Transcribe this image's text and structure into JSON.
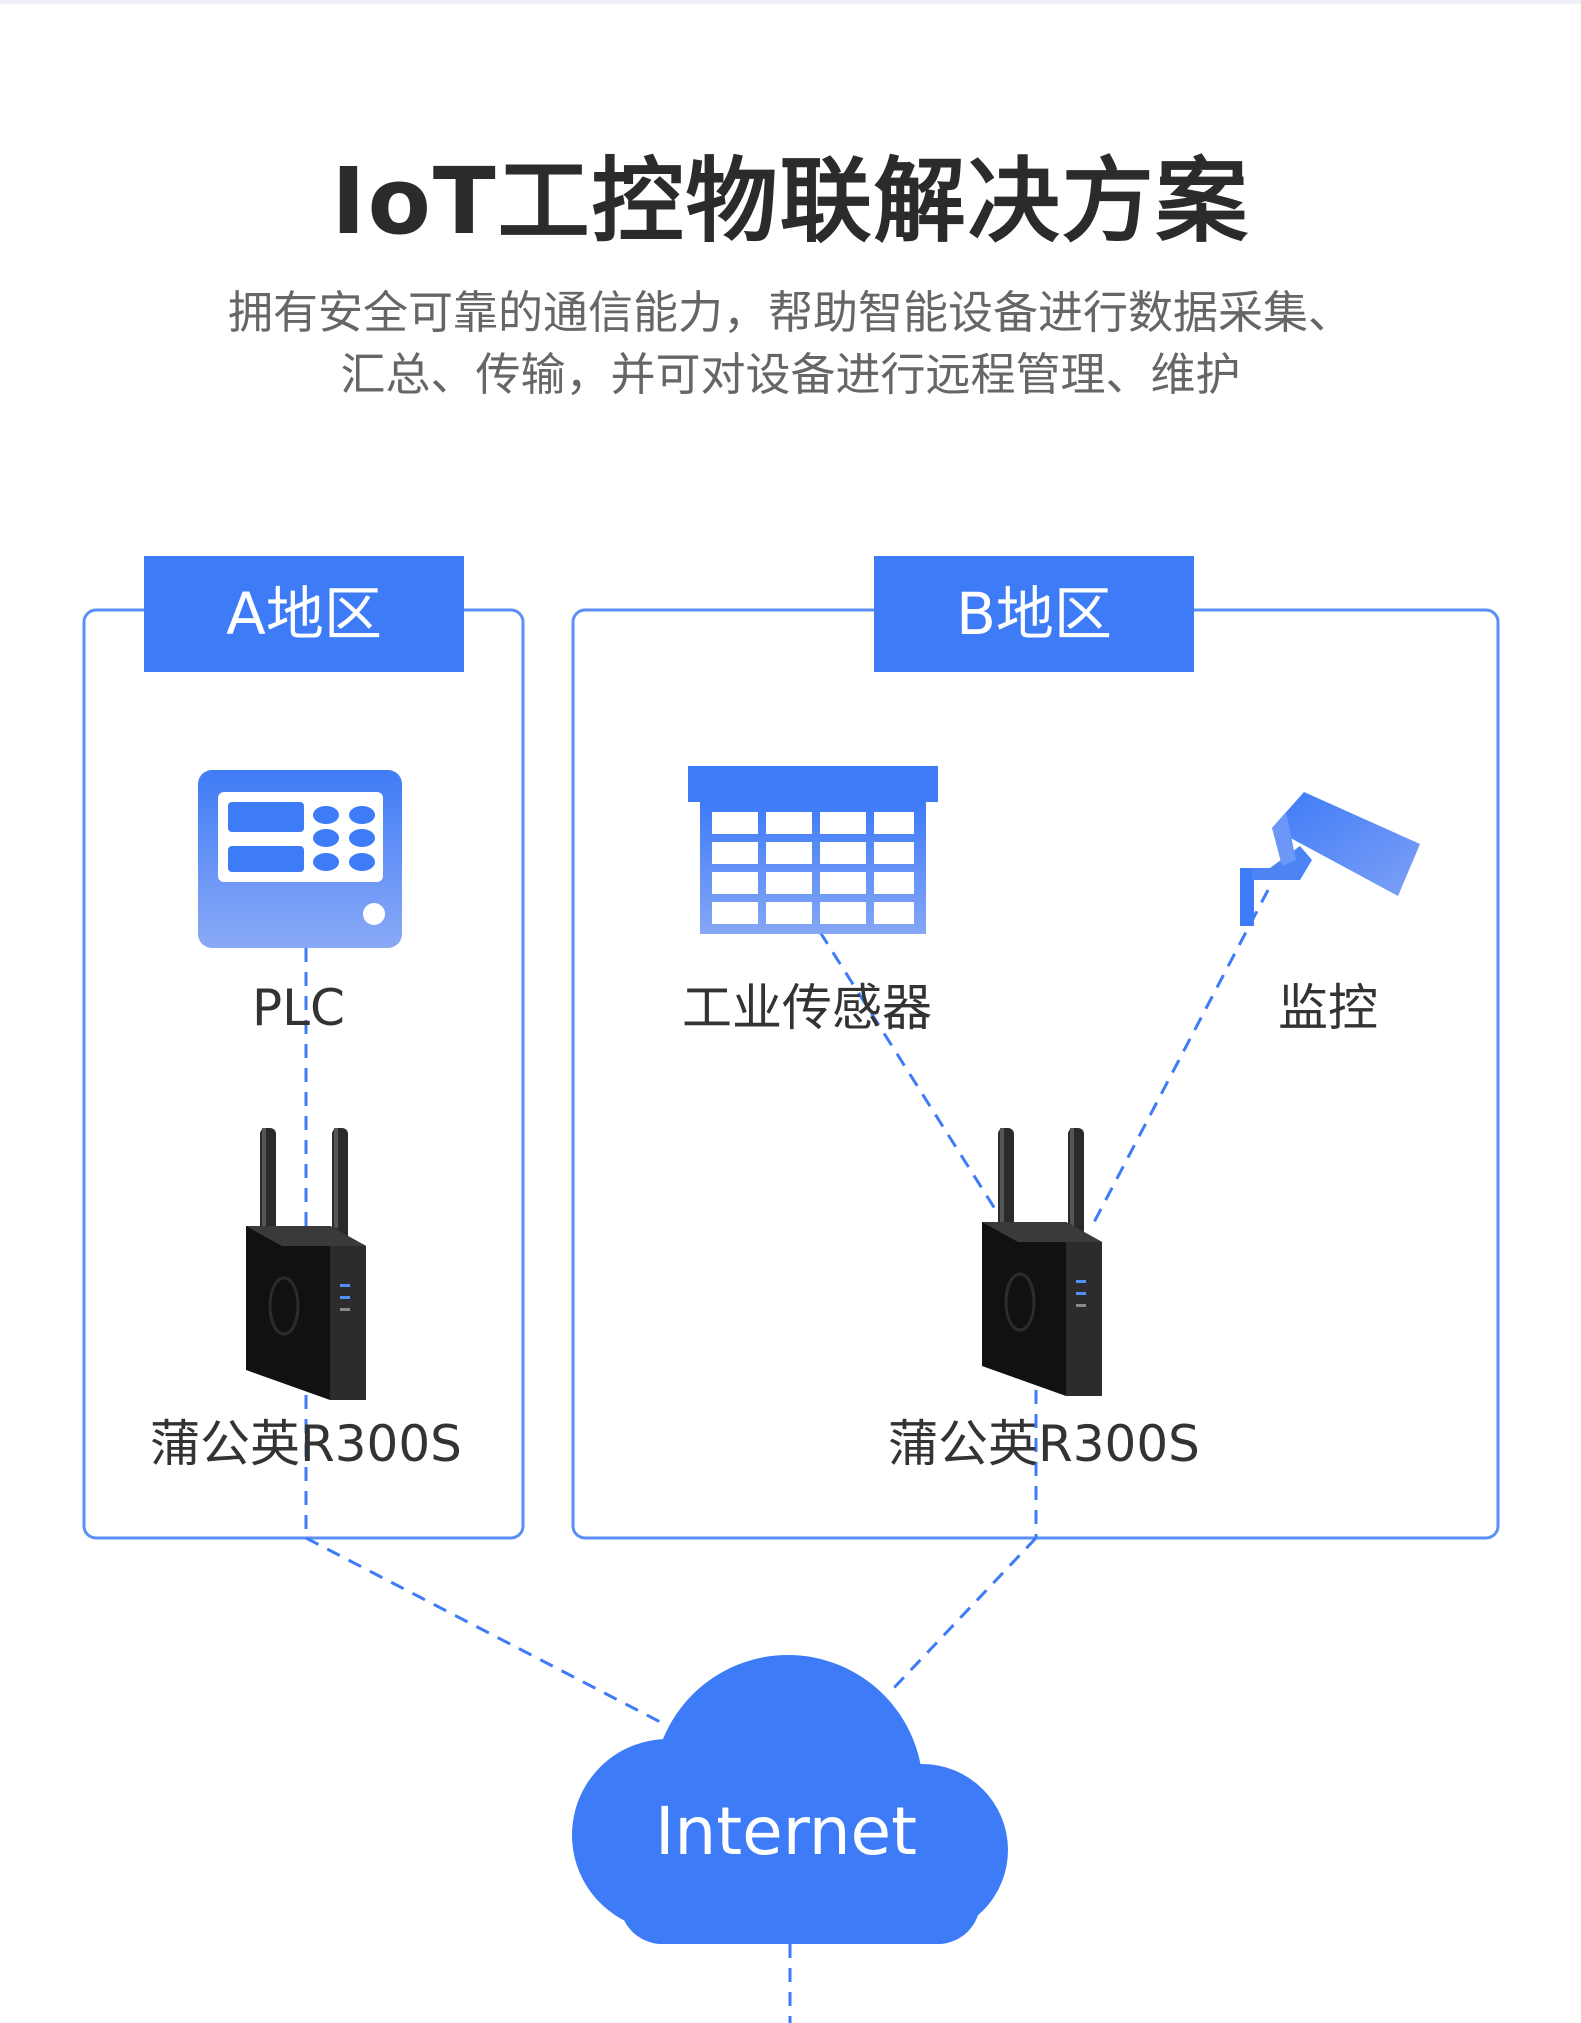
{
  "header": {
    "title": "IoT工控物联解决方案",
    "subtitle_line1": "拥有安全可靠的通信能力，帮助智能设备进行数据采集、",
    "subtitle_line2": "汇总、传输，并可对设备进行远程管理、维护"
  },
  "region_a": {
    "tab": "A地区",
    "devices": {
      "plc": "PLC",
      "router": "蒲公英R300S"
    }
  },
  "region_b": {
    "tab": "B地区",
    "devices": {
      "sensor": "工业传感器",
      "monitor": "监控",
      "router": "蒲公英R300S"
    }
  },
  "cloud": {
    "label": "Internet"
  },
  "colors": {
    "accent": "#3d7bf7",
    "frame": "#5b8ff9",
    "device": "#1d1d1d"
  },
  "icons": [
    "plc-icon",
    "sensor-icon",
    "camera-icon",
    "router-icon",
    "cloud-icon"
  ]
}
